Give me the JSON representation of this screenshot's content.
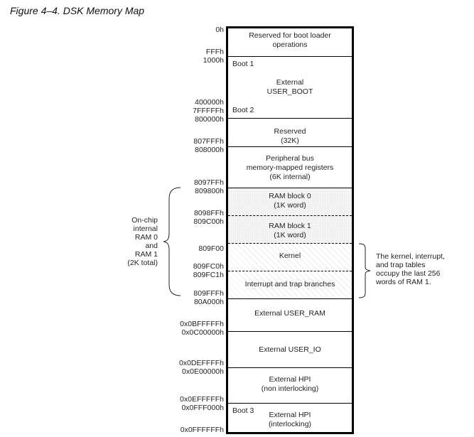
{
  "figure": {
    "title": "Figure 4–4. DSK Memory Map"
  },
  "segments": [
    {
      "id": "boot-loader",
      "lines": [
        "Reserved for boot loader",
        "operations"
      ],
      "corner_label": ""
    },
    {
      "id": "user-boot",
      "lines": [
        "External",
        "USER_BOOT"
      ],
      "corner_label": "Boot 1",
      "corner_label_bottom": "Boot 2"
    },
    {
      "id": "reserved-32k",
      "lines": [
        "Reserved",
        "(32K)"
      ],
      "corner_label": ""
    },
    {
      "id": "peripheral-bus",
      "lines": [
        "Peripheral bus",
        "memory-mapped registers",
        "(6K internal)"
      ],
      "corner_label": ""
    },
    {
      "id": "ram-block-0",
      "lines": [
        "RAM block 0",
        "(1K word)"
      ],
      "corner_label": ""
    },
    {
      "id": "ram-block-1",
      "lines": [
        "RAM block 1",
        "(1K word)"
      ],
      "corner_label": ""
    },
    {
      "id": "kernel",
      "lines": [
        "Kernel"
      ],
      "corner_label": ""
    },
    {
      "id": "interrupt-trap",
      "lines": [
        "Interrupt and trap branches"
      ],
      "corner_label": ""
    },
    {
      "id": "user-ram",
      "lines": [
        "External USER_RAM"
      ],
      "corner_label": ""
    },
    {
      "id": "user-io",
      "lines": [
        "External USER_IO"
      ],
      "corner_label": ""
    },
    {
      "id": "hpi-non-interlocking",
      "lines": [
        "External HPI",
        "(non interlocking)"
      ],
      "corner_label": ""
    },
    {
      "id": "hpi-interlocking",
      "lines": [
        "External HPI",
        "(interlocking)"
      ],
      "corner_label": "Boot 3"
    }
  ],
  "addresses": [
    "0h",
    "FFFh",
    "1000h",
    "400000h",
    "7FFFFFh",
    "800000h",
    "807FFFh",
    "808000h",
    "8097FFh",
    "809800h",
    "8098FFh",
    "809C00h",
    "809F00",
    "809FC0h",
    "809FC1h",
    "809FFFh",
    "80A000h",
    "0x0BFFFFFh",
    "0x0C00000h",
    "0x0DEFFFFh",
    "0x0E00000h",
    "0x0EFFFFFh",
    "0x0FFF000h",
    "0x0FFFFFFh"
  ],
  "annotations": {
    "left": [
      "On-chip",
      "internal",
      "RAM 0",
      "and",
      "RAM 1",
      "(2K total)"
    ],
    "right": [
      "The kernel, interrupt,",
      "and trap tables",
      "occupy the last 256",
      "words of RAM 1."
    ]
  }
}
